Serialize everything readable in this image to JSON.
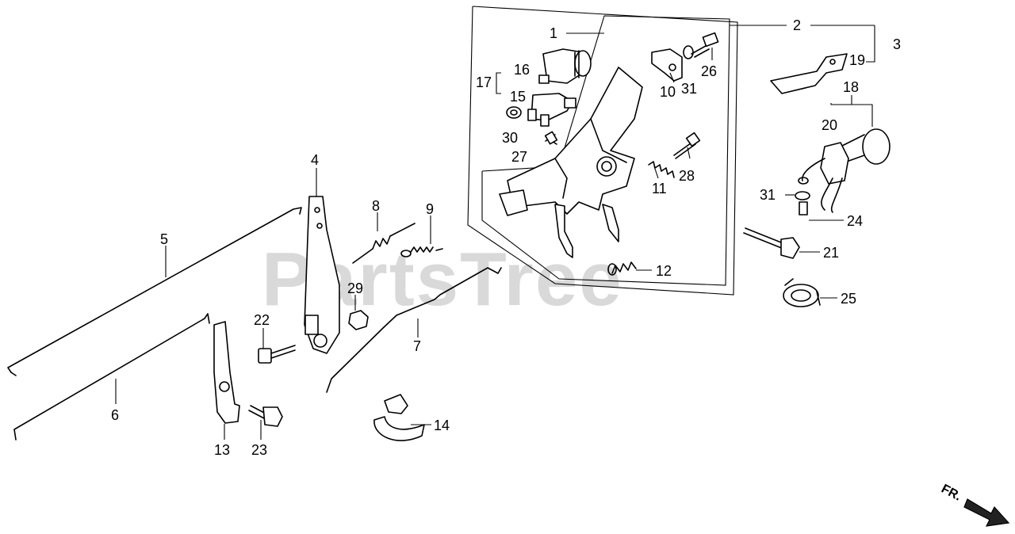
{
  "watermark": "PartsTree",
  "direction_label": "FR.",
  "labels": {
    "l1": "1",
    "l2": "2",
    "l3": "3",
    "l4": "4",
    "l5": "5",
    "l6": "6",
    "l7": "7",
    "l8": "8",
    "l9": "9",
    "l10": "10",
    "l11": "11",
    "l12": "12",
    "l13": "13",
    "l14": "14",
    "l15": "15",
    "l16": "16",
    "l17": "17",
    "l18": "18",
    "l19": "19",
    "l20": "20",
    "l21": "21",
    "l22": "22",
    "l23": "23",
    "l24": "24",
    "l25": "25",
    "l26": "26",
    "l27": "27",
    "l28": "28",
    "l29": "29",
    "l30": "30",
    "l31a": "31",
    "l31b": "31"
  }
}
